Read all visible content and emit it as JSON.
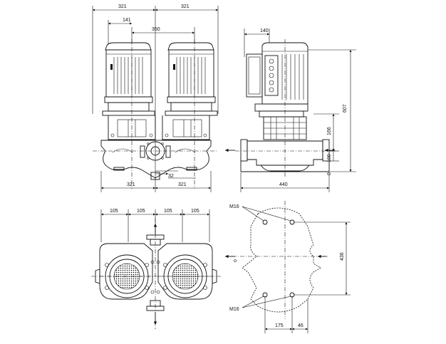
{
  "front": {
    "dim_top_left": "321",
    "dim_top_right": "321",
    "dim_141": "141",
    "dim_350": "350",
    "dim_32": "32",
    "dim_bottom_left": "321",
    "dim_bottom_right": "321"
  },
  "side": {
    "dim_140": "140",
    "dim_607": "607",
    "dim_166": "166",
    "dim_100": "100",
    "dim_0": "0",
    "dim_440": "440"
  },
  "top": {
    "dim_105_1": "105",
    "dim_105_2": "105",
    "dim_105_3": "105",
    "dim_105_4": "105"
  },
  "base": {
    "m16_top": "M16",
    "m16_bottom": "M16",
    "dim_436": "436",
    "dim_175": "175",
    "dim_46": "46"
  }
}
